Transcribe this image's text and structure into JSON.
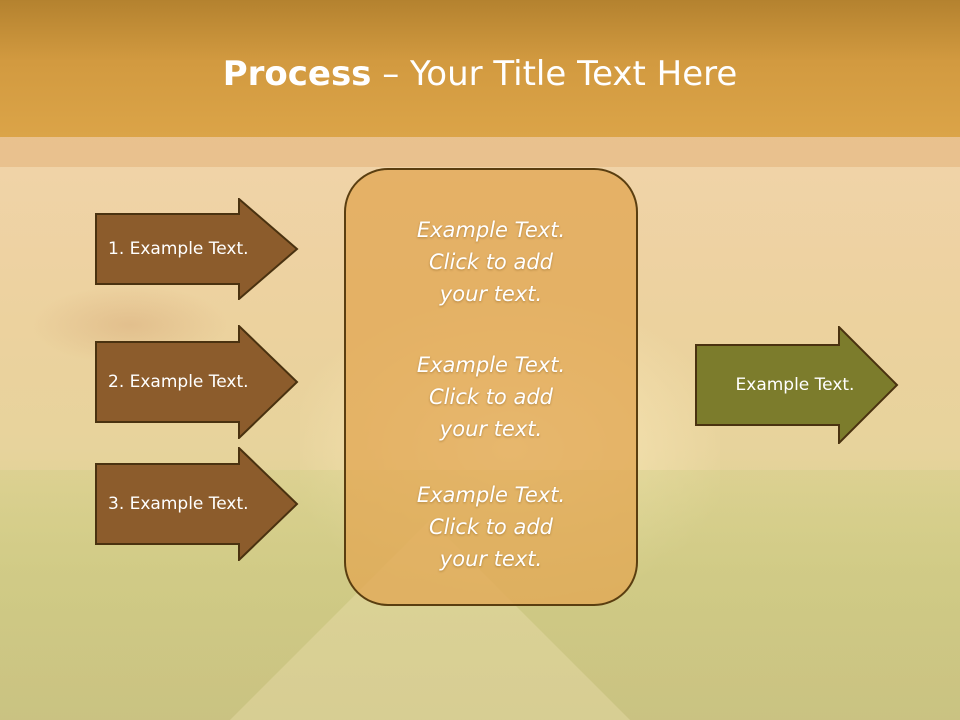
{
  "title": {
    "bold": "Process",
    "rest": " – Your Title Text Here"
  },
  "left_arrows": [
    {
      "label": "1. Example Text."
    },
    {
      "label": "2. Example Text."
    },
    {
      "label": "3. Example Text."
    }
  ],
  "center_box": {
    "paragraphs": [
      {
        "line1": "Example Text.",
        "line2": "Click  to add",
        "line3": "your text."
      },
      {
        "line1": "Example Text.",
        "line2": "Click  to add",
        "line3": "your text."
      },
      {
        "line1": "Example Text.",
        "line2": "Click  to add",
        "line3": "your text."
      }
    ]
  },
  "right_arrow": {
    "label": "Example Text."
  },
  "colors": {
    "title_bar": "#d29a40",
    "left_arrow_fill": "#8c5c2c",
    "right_arrow_fill": "#7c7c2c",
    "center_box_fill": "#e2a854",
    "outline": "#4a3210"
  }
}
